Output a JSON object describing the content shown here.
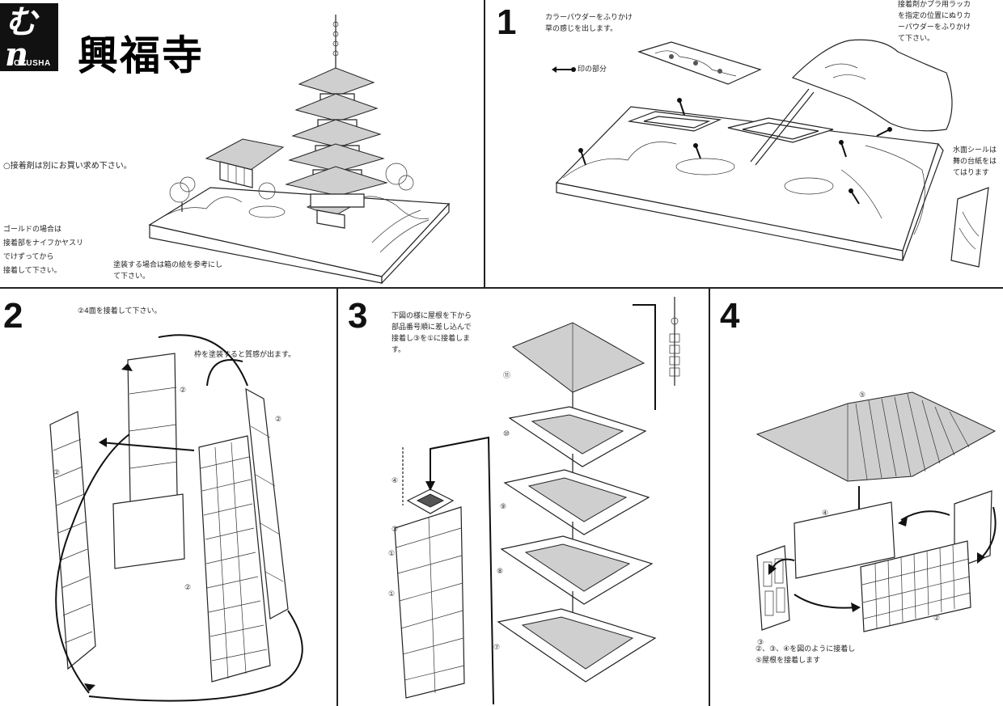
{
  "header": {
    "brand": "DOYUSHA",
    "title": "興福寺"
  },
  "intro": {
    "note_glue": "○接着剤は別にお買い求め下さい。",
    "note_mold": "ゴールドの場合は\n接着部をナイフかヤスリ\nでけずってから\n接着して下さい。",
    "note_paint": "塗装する場合は箱の絵を参考にし\nて下さい。"
  },
  "steps": [
    {
      "number": "1",
      "notes": {
        "powder": "カラーパウダーをふりかけ\n草の感じを出します。",
        "legend": "印の部分",
        "lacquer": "接着剤かプラ用ラッカ\nを指定の位置にぬりカ\nーパウダーをふりかけ\nて下さい。",
        "sticker": "水面シールは\n舞の台紙をは\nてはります"
      }
    },
    {
      "number": "2",
      "notes": {
        "walls": "②4面を接着して下さい。",
        "frame": "枠を塗装すると質感が出ます。"
      }
    },
    {
      "number": "3",
      "notes": {
        "roofs": "下図の様に屋根を下から\n部品番号順に差し込んで\n接着し③を①に接着しま\nす。"
      }
    },
    {
      "number": "4",
      "notes": {
        "hall": "②、③、④を図のように接着し\n⑤屋根を接着します"
      }
    }
  ]
}
